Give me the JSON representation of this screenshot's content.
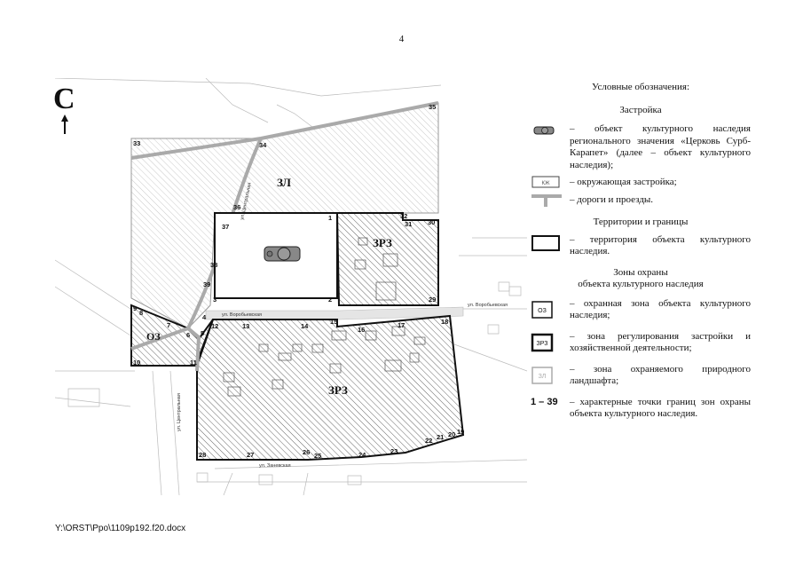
{
  "page_number": "4",
  "footer_path": "Y:\\ORST\\Ppo\\1109p192.f20.docx",
  "map": {
    "north_letter": "С",
    "zones": {
      "zl": "ЗЛ",
      "zrz_north": "ЗРЗ",
      "zrz_south": "ЗРЗ",
      "oz": "ОЗ"
    },
    "streets": {
      "vorobyevskaya": "ул. Воробьевская",
      "vorobyevskaya_e": "ул. Воробьевская",
      "tsentralnaya": "ул. Центральная",
      "tsentralnaya_n": "ул. Центральная",
      "south": "ул. Заневская"
    },
    "points": [
      "1",
      "2",
      "3",
      "4",
      "5",
      "6",
      "7",
      "8",
      "9",
      "10",
      "11",
      "12",
      "13",
      "14",
      "15",
      "16",
      "17",
      "18",
      "19",
      "20",
      "21",
      "22",
      "23",
      "24",
      "25",
      "26",
      "27",
      "28",
      "29",
      "30",
      "31",
      "32",
      "33",
      "34",
      "35",
      "36",
      "37",
      "38",
      "39"
    ]
  },
  "legend": {
    "title": "Условные обозначения:",
    "section_building": "Застройка",
    "item_object": "– объект культурного наследия регионального значения «Церковь Сурб-Карапет» (далее – объект культурного наследия);",
    "item_surrounding": "– окружающая застройка;",
    "item_roads": "– дороги и проезды.",
    "section_territory": "Территории и границы",
    "item_territory": "– территория объекта культурного наследия.",
    "section_zones_1": "Зоны охраны",
    "section_zones_2": "объекта культурного наследия",
    "item_oz": "– охранная зона объекта культурного наследия;",
    "item_zrz": "– зона регулирования застройки и хозяйственной деятельности;",
    "item_zl": "– зона охраняемого природного ландшафта;",
    "points_range": "1 – 39",
    "item_points": "– характерные точки границ зон охраны объекта культурного наследия.",
    "sym_oz": "ОЗ",
    "sym_zrz": "ЗРЗ",
    "sym_zl": "ЗЛ",
    "sym_kzh": "КЖ"
  }
}
